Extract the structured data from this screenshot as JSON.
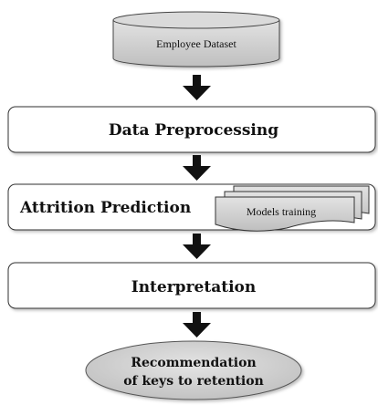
{
  "diagram": {
    "dataset": "Employee Dataset",
    "steps": {
      "preprocessing": "Data Preprocessing",
      "prediction": "Attrition Prediction",
      "interpretation": "Interpretation"
    },
    "models_doc": "Models training",
    "recommendation": {
      "line1": "Recommendation",
      "line2": "of keys to retention"
    }
  },
  "colors": {
    "cylinder_fill": "#d0d0d0",
    "box_fill": "#ffffff",
    "document_fill": "#d6d6d6",
    "ellipse_fill": "#d3d3d3",
    "arrow": "#111111",
    "stroke": "#222222"
  }
}
